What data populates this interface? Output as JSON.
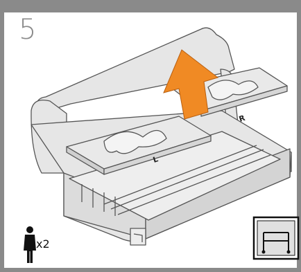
{
  "step": {
    "number": "5"
  },
  "box_labels": {
    "left": "L",
    "right": "R"
  },
  "people": {
    "count_label": "x2",
    "icon": "person-icon"
  },
  "part_icon": "stand-frame-icon",
  "arrow_icon": "lift-arrow-icon",
  "colors": {
    "frame": "#8a8a8a",
    "box_fill": "#e6e6e6",
    "box_stroke": "#555555",
    "arrow": "#f08a24",
    "foam": "#f4f4f4"
  }
}
